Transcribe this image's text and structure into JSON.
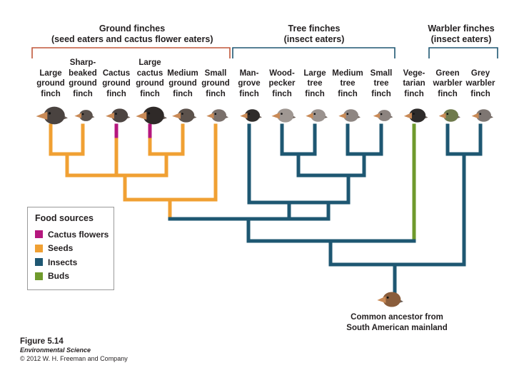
{
  "colors": {
    "cactus_flowers": "#b5177e",
    "seeds": "#f0a033",
    "insects": "#1e5772",
    "buds": "#6f9a2c",
    "bracket_ground": "#c0573a",
    "bracket_tree": "#1e5772"
  },
  "groups": {
    "ground": {
      "title": "Ground finches",
      "subtitle": "(seed eaters and cactus flower eaters)"
    },
    "tree": {
      "title": "Tree finches",
      "subtitle": "(insect eaters)"
    },
    "warbler": {
      "title": "Warbler finches",
      "subtitle": "(insect eaters)"
    }
  },
  "species": [
    {
      "label": "Large\nground\nfinch",
      "icon": "large-ground-finch-icon",
      "food": "seeds"
    },
    {
      "label": "Sharp-\nbeaked\nground\nfinch",
      "icon": "sharp-beaked-ground-finch-icon",
      "food": "seeds"
    },
    {
      "label": "Cactus\nground\nfinch",
      "icon": "cactus-ground-finch-icon",
      "food": "cactus_flowers"
    },
    {
      "label": "Large\ncactus\nground\nfinch",
      "icon": "large-cactus-ground-finch-icon",
      "food": "cactus_flowers"
    },
    {
      "label": "Medium\nground\nfinch",
      "icon": "medium-ground-finch-icon",
      "food": "seeds"
    },
    {
      "label": "Small\nground\nfinch",
      "icon": "small-ground-finch-icon",
      "food": "seeds"
    },
    {
      "label": "Man-\ngrove\nfinch",
      "icon": "mangrove-finch-icon",
      "food": "insects"
    },
    {
      "label": "Wood-\npecker\nfinch",
      "icon": "woodpecker-finch-icon",
      "food": "insects"
    },
    {
      "label": "Large\ntree\nfinch",
      "icon": "large-tree-finch-icon",
      "food": "insects"
    },
    {
      "label": "Medium\ntree\nfinch",
      "icon": "medium-tree-finch-icon",
      "food": "insects"
    },
    {
      "label": "Small\ntree\nfinch",
      "icon": "small-tree-finch-icon",
      "food": "insects"
    },
    {
      "label": "Vege-\ntarian\nfinch",
      "icon": "vegetarian-finch-icon",
      "food": "buds"
    },
    {
      "label": "Green\nwarbler\nfinch",
      "icon": "green-warbler-finch-icon",
      "food": "insects"
    },
    {
      "label": "Grey\nwarbler\nfinch",
      "icon": "grey-warbler-finch-icon",
      "food": "insects"
    }
  ],
  "legend": {
    "title": "Food sources",
    "items": [
      {
        "label": "Cactus flowers",
        "color": "#b5177e"
      },
      {
        "label": "Seeds",
        "color": "#f0a033"
      },
      {
        "label": "Insects",
        "color": "#1e5772"
      },
      {
        "label": "Buds",
        "color": "#6f9a2c"
      }
    ]
  },
  "ancestor": {
    "label_line1": "Common ancestor from",
    "label_line2": "South American mainland",
    "icon": "common-ancestor-finch-icon"
  },
  "caption": {
    "figure": "Figure 5.14",
    "book": "Environmental Science",
    "copyright": "© 2012 W. H. Freeman and Company"
  }
}
